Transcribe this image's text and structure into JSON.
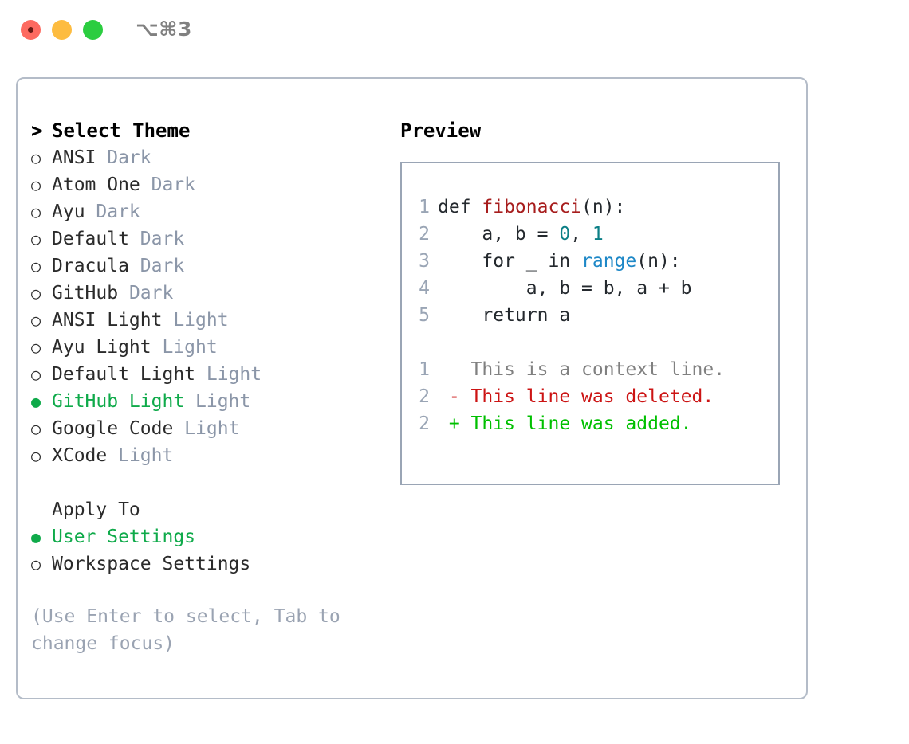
{
  "window": {
    "shortcut": "⌥⌘3",
    "traffic_lights": [
      {
        "name": "close",
        "color": "#fd6a60"
      },
      {
        "name": "minimize",
        "color": "#fdbc40"
      },
      {
        "name": "maximize",
        "color": "#2bcd40"
      }
    ]
  },
  "theme_picker": {
    "heading": "Select Theme",
    "caret": ">",
    "bullet_unselected": "○",
    "bullet_selected": "●",
    "items": [
      {
        "name": "ANSI",
        "variant": "Dark",
        "selected": false
      },
      {
        "name": "Atom One",
        "variant": "Dark",
        "selected": false
      },
      {
        "name": "Ayu",
        "variant": "Dark",
        "selected": false
      },
      {
        "name": "Default",
        "variant": "Dark",
        "selected": false
      },
      {
        "name": "Dracula",
        "variant": "Dark",
        "selected": false
      },
      {
        "name": "GitHub",
        "variant": "Dark",
        "selected": false
      },
      {
        "name": "ANSI Light",
        "variant": "Light",
        "selected": false
      },
      {
        "name": "Ayu Light",
        "variant": "Light",
        "selected": false
      },
      {
        "name": "Default Light",
        "variant": "Light",
        "selected": false
      },
      {
        "name": "GitHub Light",
        "variant": "Light",
        "selected": true
      },
      {
        "name": "Google Code",
        "variant": "Light",
        "selected": false
      },
      {
        "name": "XCode",
        "variant": "Light",
        "selected": false
      }
    ]
  },
  "apply_to": {
    "heading": "Apply To",
    "options": [
      {
        "label": "User Settings",
        "selected": true
      },
      {
        "label": "Workspace Settings",
        "selected": false
      }
    ]
  },
  "hint": "(Use Enter to select, Tab to change focus)",
  "preview": {
    "title": "Preview",
    "code_lines": [
      {
        "no": "1",
        "tokens": [
          {
            "t": "def ",
            "c": "plain"
          },
          {
            "t": "fibonacci",
            "c": "fn"
          },
          {
            "t": "(n):",
            "c": "plain"
          }
        ]
      },
      {
        "no": "2",
        "tokens": [
          {
            "t": "    a, b = ",
            "c": "plain"
          },
          {
            "t": "0",
            "c": "num"
          },
          {
            "t": ", ",
            "c": "plain"
          },
          {
            "t": "1",
            "c": "num"
          }
        ]
      },
      {
        "no": "3",
        "tokens": [
          {
            "t": "    for _ in ",
            "c": "plain"
          },
          {
            "t": "range",
            "c": "bi"
          },
          {
            "t": "(n):",
            "c": "plain"
          }
        ]
      },
      {
        "no": "4",
        "tokens": [
          {
            "t": "        a, b = b, a + b",
            "c": "plain"
          }
        ]
      },
      {
        "no": "5",
        "tokens": [
          {
            "t": "    return a",
            "c": "plain"
          }
        ]
      }
    ],
    "diff_lines": [
      {
        "no": "1",
        "marker": " ",
        "text": "This is a context line.",
        "kind": "ctx"
      },
      {
        "no": "2",
        "marker": "-",
        "text": "This line was deleted.",
        "kind": "del"
      },
      {
        "no": "2",
        "marker": "+",
        "text": "This line was added.",
        "kind": "add"
      }
    ]
  },
  "colors": {
    "selected_green": "#0faa4a",
    "muted_gray": "#8b96a8",
    "panel_border": "#b4bcc8",
    "preview_border": "#9aa5b5",
    "fn_red": "#a71d1d",
    "num_teal": "#0b7f86",
    "builtin_blue": "#1e88c7",
    "diff_del_red": "#cc1414",
    "diff_add_green": "#00c000",
    "diff_ctx_gray": "#808080"
  }
}
